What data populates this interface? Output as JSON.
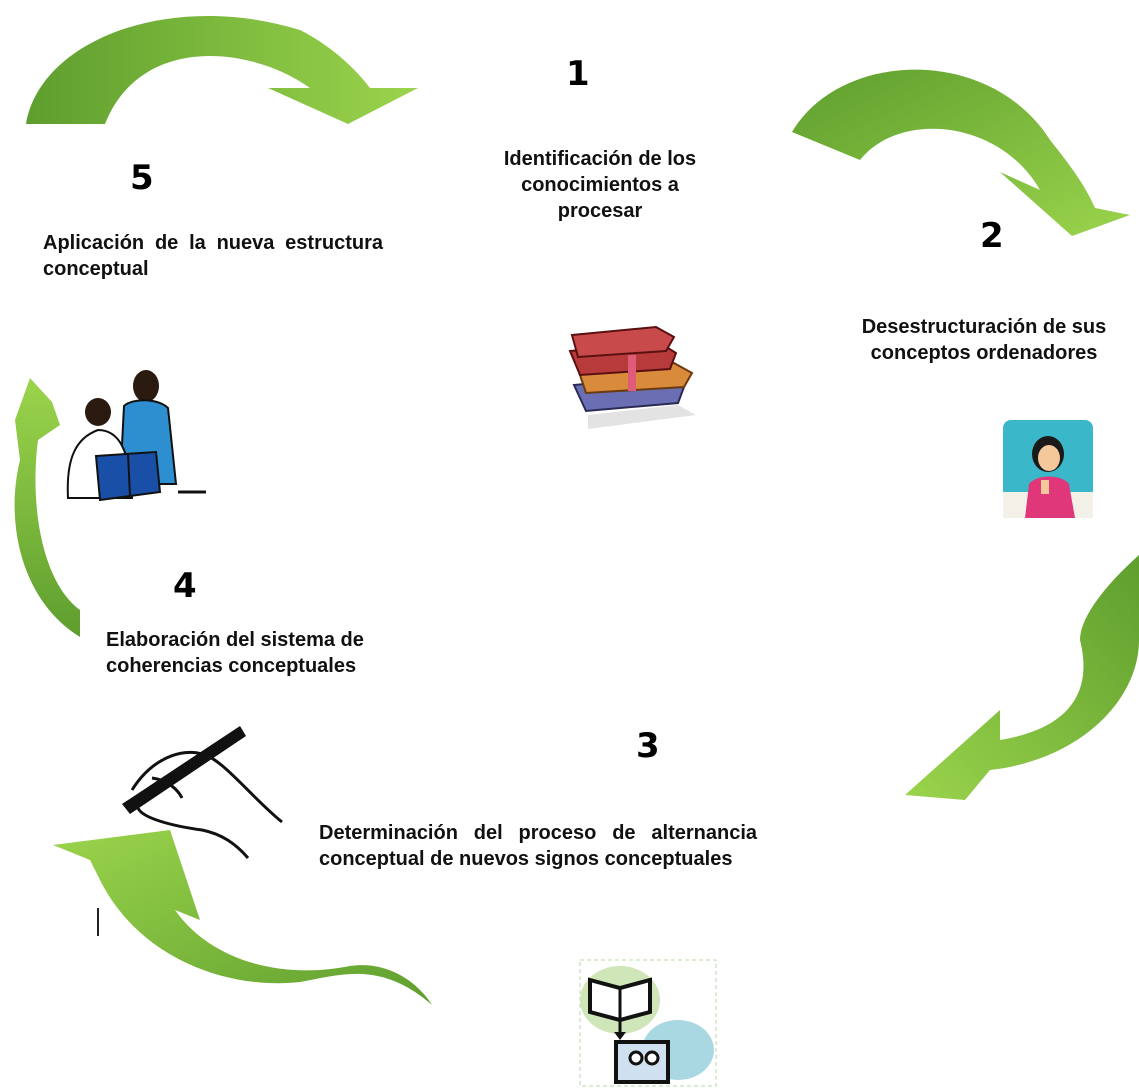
{
  "colors": {
    "arrow_light": "#8cc83f",
    "arrow_dark": "#5e9e2e"
  },
  "steps": [
    {
      "number": "1",
      "text": "Identificación de los conocimientos a procesar",
      "icon": "books-icon"
    },
    {
      "number": "2",
      "text": "Desestructuración de sus conceptos ordenadores",
      "icon": "thinking-student-icon"
    },
    {
      "number": "3",
      "text": "Determinación del proceso de alternancia conceptual de nuevos signos conceptuales",
      "icon": "book-to-mind-icon"
    },
    {
      "number": "4",
      "text": "Elaboración del sistema de coherencias conceptuales",
      "icon": "writing-hand-icon"
    },
    {
      "number": "5",
      "text": "Aplicación de la nueva estructura conceptual",
      "icon": "reading-couple-icon"
    }
  ]
}
